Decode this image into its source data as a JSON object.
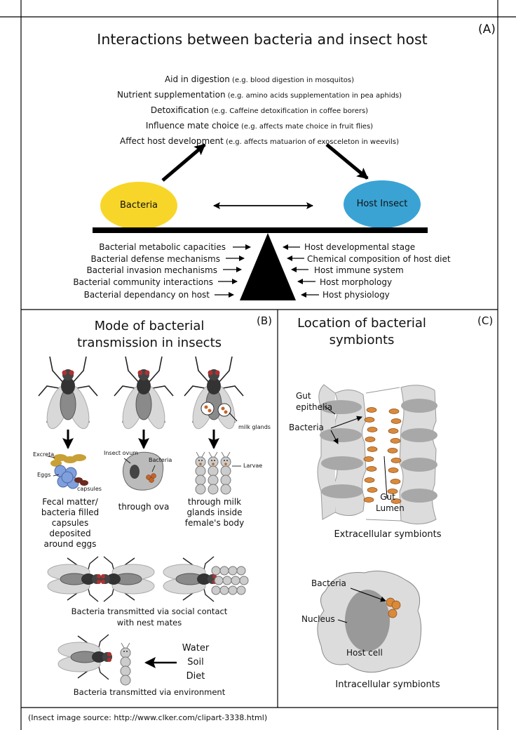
{
  "panelA": {
    "tag": "(A)",
    "title": "Interactions between bacteria and insect host",
    "effects": [
      {
        "main": "Aid in digestion",
        "eg": " (e.g. blood digestion in mosquitos)"
      },
      {
        "main": "Nutrient supplementation",
        "eg": " (e.g. amino acids supplementation in pea aphids)"
      },
      {
        "main": "Detoxification",
        "eg": "  (e.g. Caffeine detoxification in coffee borers)"
      },
      {
        "main": "Influence mate choice",
        "eg": " (e.g. affects mate choice in fruit flies)"
      },
      {
        "main": "Affect host development",
        "eg": " (e.g. affects matuarion of exosceleton in weevils)"
      }
    ],
    "bacteria_label": "Bacteria",
    "host_label": "Host Insect",
    "left_factors": [
      "Bacterial metabolic capacities",
      "Bacterial defense mechanisms",
      "Bacterial invasion mechanisms",
      "Bacterial community interactions",
      "Bacterial dependancy on host"
    ],
    "right_factors": [
      "Host developmental stage",
      "Chemical composition of host diet",
      "Host immune system",
      "Host morphology",
      "Host physiology"
    ],
    "colors": {
      "bacteria": "#f7d629",
      "host": "#3aa3d4"
    }
  },
  "panelB": {
    "tag": "(B)",
    "title_line1": "Mode of bacterial",
    "title_line2": "transmission in insects",
    "labels": {
      "excreta": "Excreta",
      "eggs": "Eggs",
      "capsules": "capsules",
      "insect_ovum": "Insect ovum",
      "bacteria": "Bacteria",
      "milk_glands": "milk glands",
      "larvae": "Larvae"
    },
    "captions": {
      "fecal": [
        "Fecal matter/",
        "bacteria filled",
        "capsules deposited",
        "around eggs"
      ],
      "ova": [
        "through ova"
      ],
      "milk": [
        "through milk",
        "glands inside",
        "female's body"
      ],
      "social": [
        "Bacteria transmitted via social contact",
        "with nest mates"
      ],
      "environment": "Bacteria transmitted via environment",
      "env_sources": [
        "Water",
        "Soil",
        "Diet"
      ]
    }
  },
  "panelC": {
    "tag": "(C)",
    "title_line1": "Location of bacterial",
    "title_line2": "symbionts",
    "gut_epithelia": [
      "Gut",
      "epithelia"
    ],
    "bacteria": "Bacteria",
    "gut_lumen": [
      "Gut",
      "Lumen"
    ],
    "extracellular": "Extracellular symbionts",
    "cell_bacteria": "Bacteria",
    "nucleus": "Nucleus",
    "host_cell": "Host cell",
    "intracellular": "Intracellular  symbionts"
  },
  "footer": "(Insect image source: http://www.clker.com/clipart-3338.html)"
}
